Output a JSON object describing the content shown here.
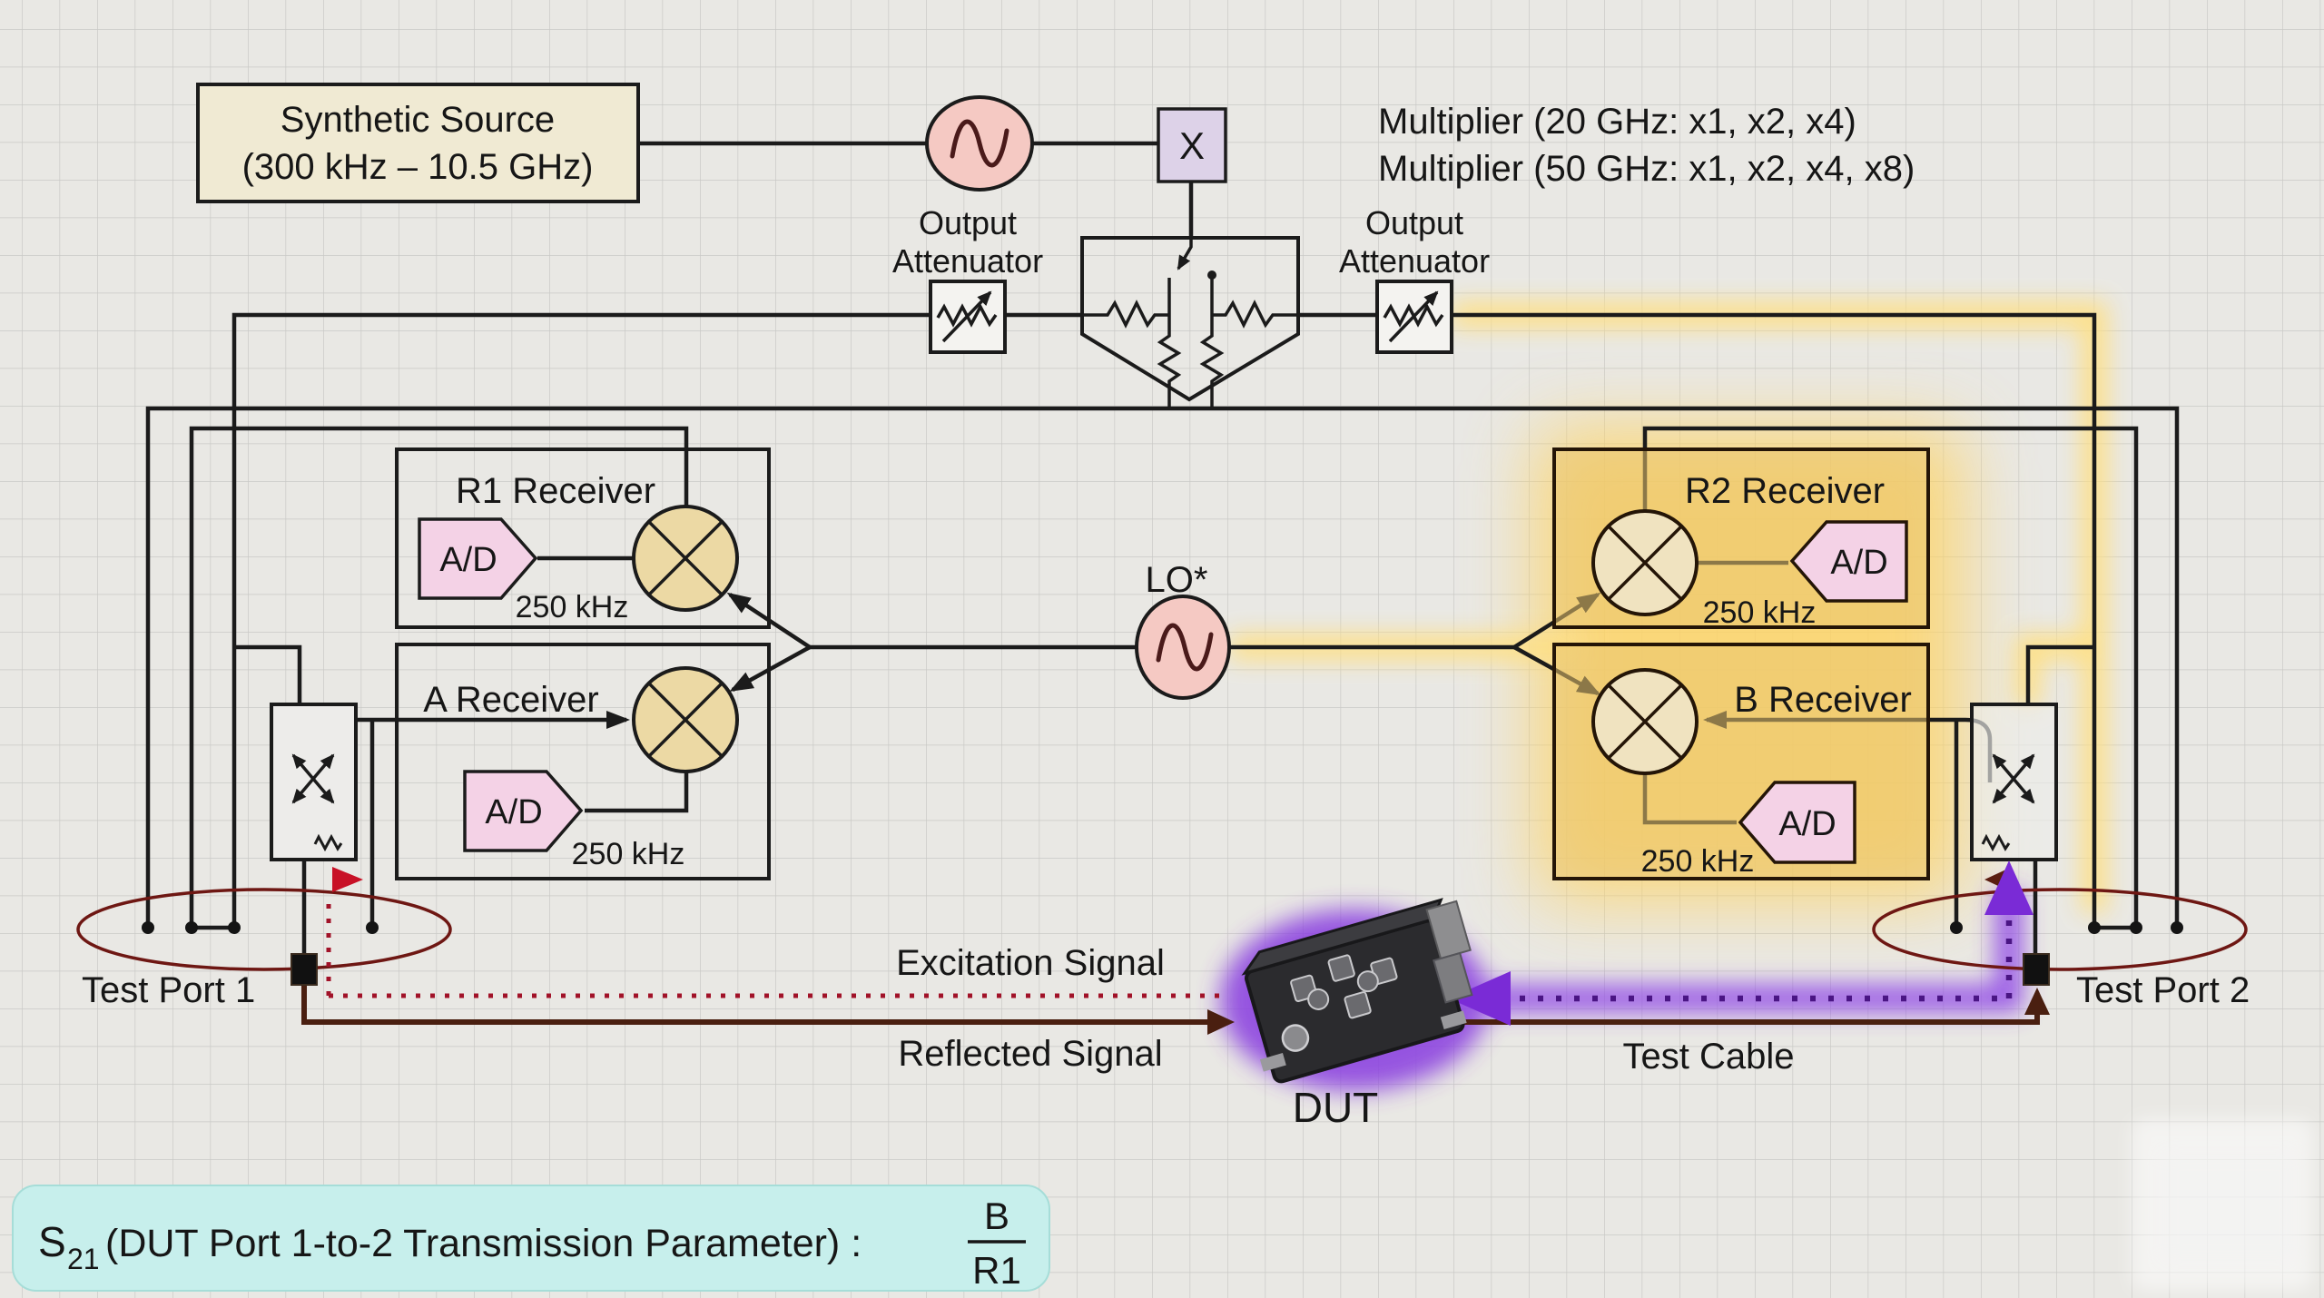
{
  "source": {
    "line1": "Synthetic Source",
    "line2": "(300 kHz – 10.5 GHz)"
  },
  "multiplier_notes": {
    "line1": "Multiplier (20 GHz: x1, x2, x4)",
    "line2": "Multiplier (50 GHz: x1, x2, x4, x8)"
  },
  "multiplier_symbol": "X",
  "attenuator_left": {
    "line1": "Output",
    "line2": "Attenuator"
  },
  "attenuator_right": {
    "line1": "Output",
    "line2": "Attenuator"
  },
  "lo_label": "LO*",
  "receivers": {
    "r1": {
      "title": "R1 Receiver",
      "adc": "A/D",
      "bandwidth": "250 kHz"
    },
    "a": {
      "title": "A Receiver",
      "adc": "A/D",
      "bandwidth": "250 kHz"
    },
    "r2": {
      "title": "R2 Receiver",
      "adc": "A/D",
      "bandwidth": "250 kHz"
    },
    "b": {
      "title": "B Receiver",
      "adc": "A/D",
      "bandwidth": "250 kHz"
    }
  },
  "ports": {
    "port1": "Test Port 1",
    "port2": "Test Port 2"
  },
  "labels": {
    "excitation": "Excitation Signal",
    "reflected": "Reflected Signal",
    "test_cable": "Test Cable",
    "dut": "DUT"
  },
  "formula": {
    "s": "S",
    "sub": "21",
    "description": "(DUT Port 1-to-2 Transmission Parameter) :",
    "numerator": "B",
    "denominator": "R1"
  },
  "colors": {
    "highlight_yellow": "#ffd96a",
    "highlight_purple": "#8a3fe0",
    "excitation_red": "#a81228",
    "cable_brown": "#4a1f10",
    "formula_bg": "#c7efec",
    "source_box_bg": "#f0ead3",
    "oscillator_pink": "#f5c9c3",
    "multiplier_lavender": "#ddd2e8",
    "mixer_tan": "#ecd9a4",
    "adc_pink": "#f4d2e6"
  }
}
